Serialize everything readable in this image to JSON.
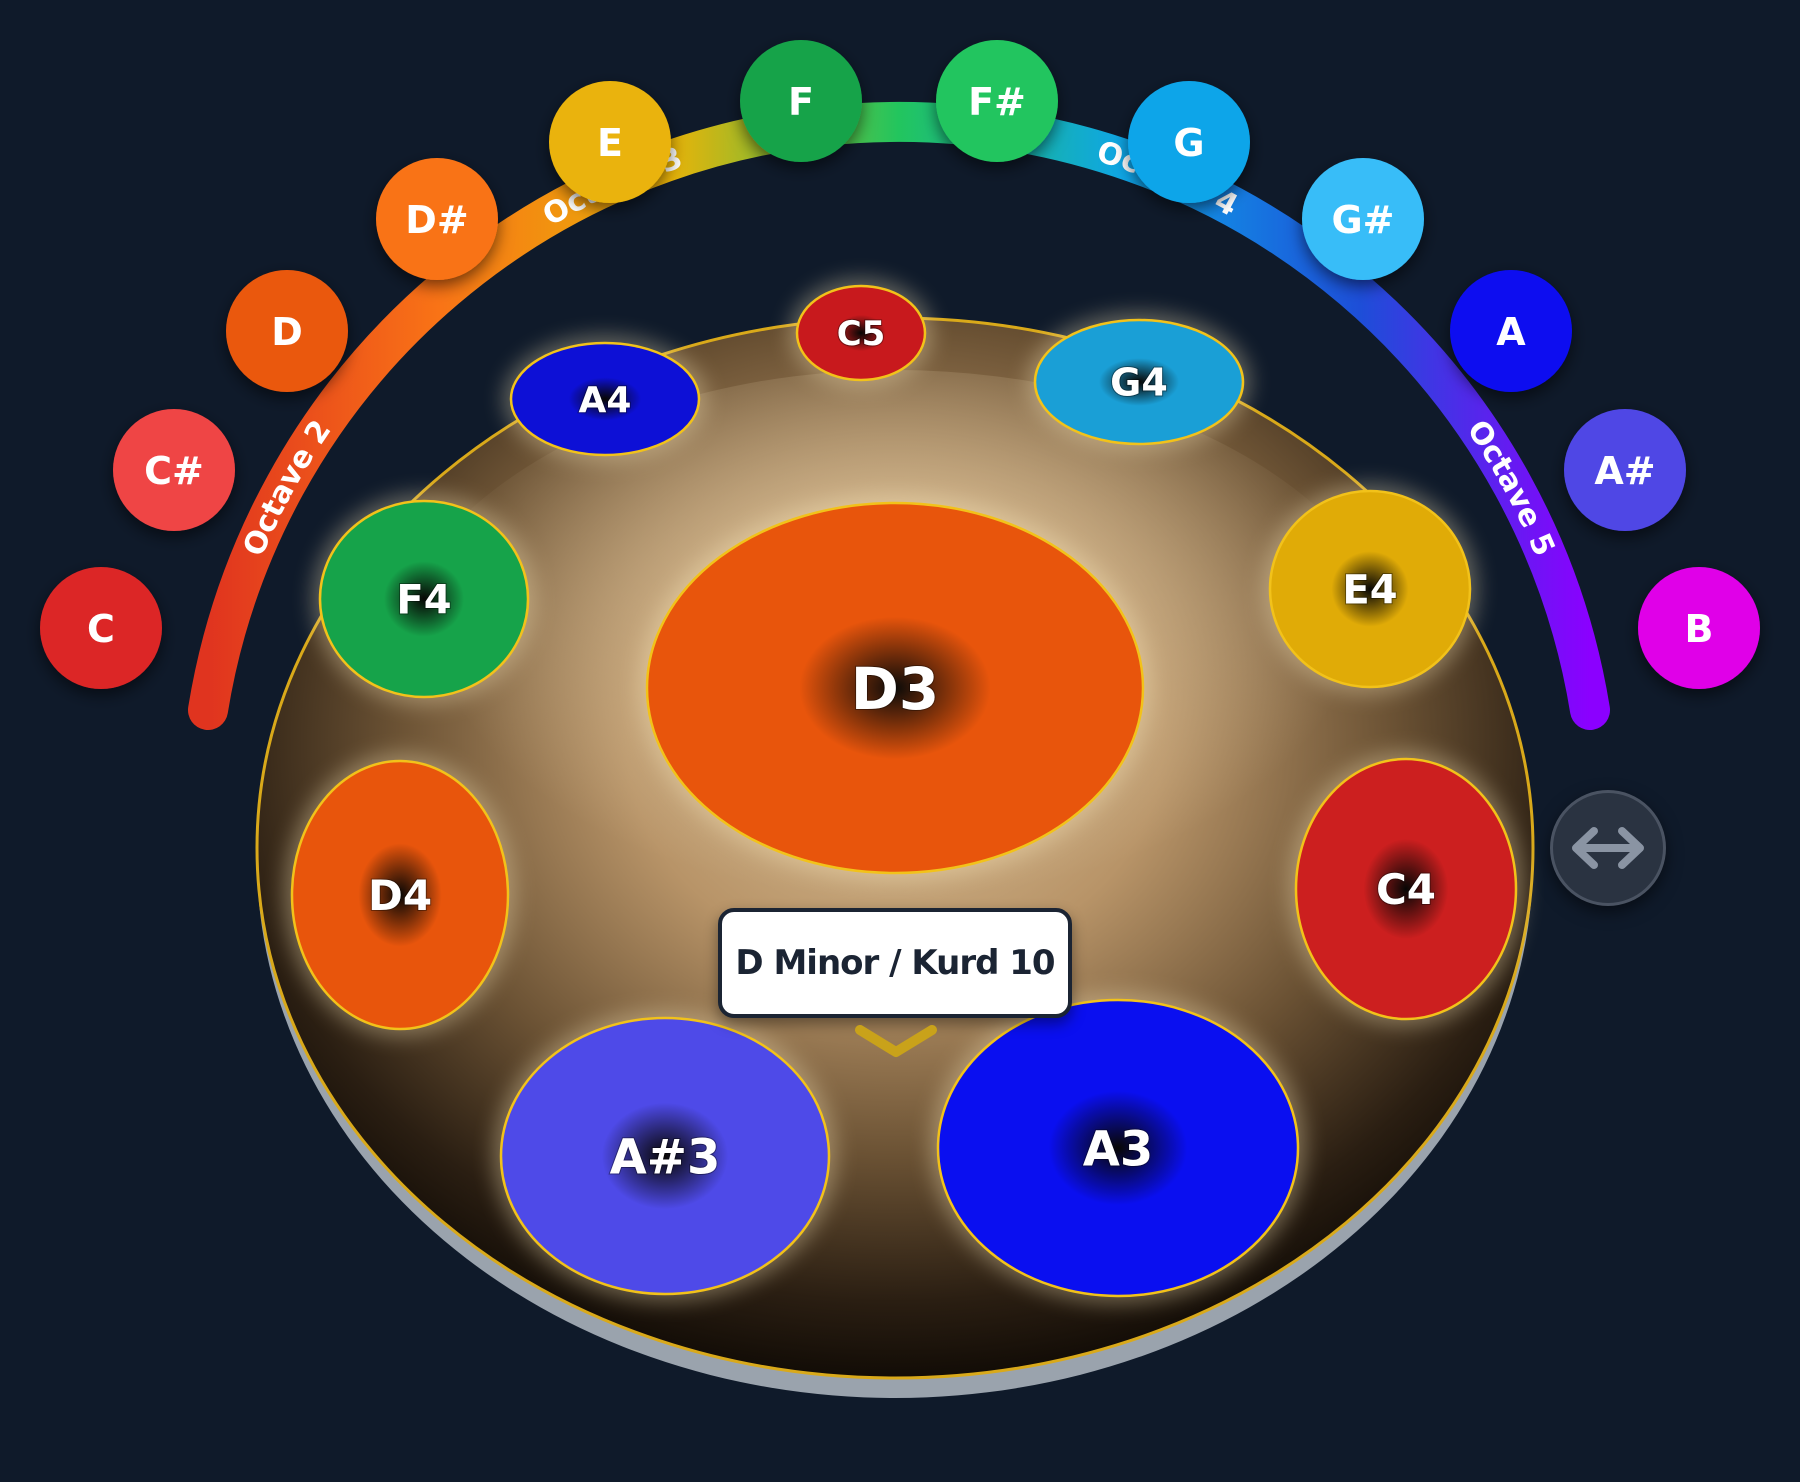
{
  "note_picker": {
    "notes": [
      {
        "label": "C",
        "color": "#dc2626"
      },
      {
        "label": "C#",
        "color": "#ef4444"
      },
      {
        "label": "D",
        "color": "#ea580c"
      },
      {
        "label": "D#",
        "color": "#f97316"
      },
      {
        "label": "E",
        "color": "#eab308"
      },
      {
        "label": "F",
        "color": "#16a34a"
      },
      {
        "label": "F#",
        "color": "#22c55e"
      },
      {
        "label": "G",
        "color": "#0ea5e9"
      },
      {
        "label": "G#",
        "color": "#38bdf8"
      },
      {
        "label": "A",
        "color": "#0a0ff0"
      },
      {
        "label": "A#",
        "color": "#4f46e5"
      },
      {
        "label": "B",
        "color": "#e000e8"
      }
    ]
  },
  "octave_arc": {
    "labels": [
      "Octave 2",
      "Octave 3",
      "Octave 4",
      "Octave 5"
    ],
    "gradient_colors": [
      "#e0341f",
      "#f97316",
      "#eab308",
      "#22c55e",
      "#0ea5e9",
      "#1d4ed8",
      "#8b00ff"
    ]
  },
  "handpan": {
    "fields": [
      {
        "label": "D3",
        "color": "#e8550c"
      },
      {
        "label": "C5",
        "color": "#c8191d"
      },
      {
        "label": "A4",
        "color": "#0d10d6"
      },
      {
        "label": "G4",
        "color": "#1a9fd6"
      },
      {
        "label": "F4",
        "color": "#16a34a"
      },
      {
        "label": "E4",
        "color": "#e0ab07"
      },
      {
        "label": "D4",
        "color": "#e8550c"
      },
      {
        "label": "C4",
        "color": "#cc1f1f"
      },
      {
        "label": "A#3",
        "color": "#4e4ae8"
      },
      {
        "label": "A3",
        "color": "#0a0ff0"
      }
    ]
  },
  "scale_selector": {
    "label": "D Minor / Kurd 10"
  },
  "swap_button": {
    "icon": "swap-horizontal-icon"
  }
}
